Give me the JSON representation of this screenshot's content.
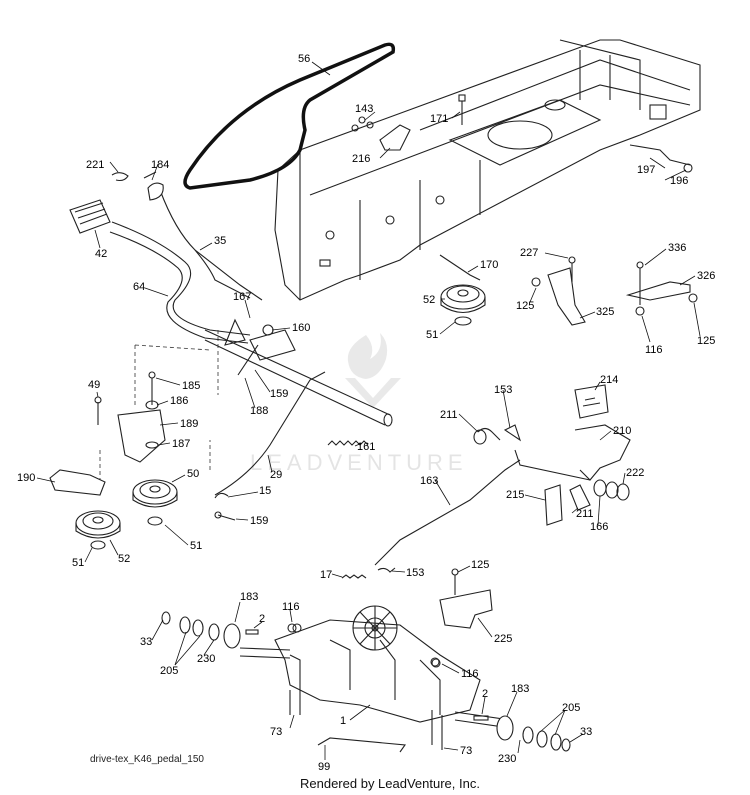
{
  "diagram": {
    "drawing_code": "drive-tex_K46_pedal_150",
    "footer": "Rendered by LeadVenture, Inc.",
    "watermark": "LEADVENTURE",
    "callouts": [
      {
        "id": "c56",
        "label": "56"
      },
      {
        "id": "c143",
        "label": "143"
      },
      {
        "id": "c171",
        "label": "171"
      },
      {
        "id": "c216",
        "label": "216"
      },
      {
        "id": "c197",
        "label": "197"
      },
      {
        "id": "c196",
        "label": "196"
      },
      {
        "id": "c221",
        "label": "221"
      },
      {
        "id": "c184",
        "label": "184"
      },
      {
        "id": "c42",
        "label": "42"
      },
      {
        "id": "c35",
        "label": "35"
      },
      {
        "id": "c64",
        "label": "64"
      },
      {
        "id": "c167",
        "label": "167"
      },
      {
        "id": "c160",
        "label": "160"
      },
      {
        "id": "c170",
        "label": "170"
      },
      {
        "id": "c227",
        "label": "227"
      },
      {
        "id": "c336",
        "label": "336"
      },
      {
        "id": "c326",
        "label": "326"
      },
      {
        "id": "c52a",
        "label": "52"
      },
      {
        "id": "c51a",
        "label": "51"
      },
      {
        "id": "c125a",
        "label": "125"
      },
      {
        "id": "c325",
        "label": "325"
      },
      {
        "id": "c116a",
        "label": "116"
      },
      {
        "id": "c125b",
        "label": "125"
      },
      {
        "id": "c49",
        "label": "49"
      },
      {
        "id": "c185",
        "label": "185"
      },
      {
        "id": "c186",
        "label": "186"
      },
      {
        "id": "c189",
        "label": "189"
      },
      {
        "id": "c187",
        "label": "187"
      },
      {
        "id": "c159a",
        "label": "159"
      },
      {
        "id": "c188",
        "label": "188"
      },
      {
        "id": "c153a",
        "label": "153"
      },
      {
        "id": "c214",
        "label": "214"
      },
      {
        "id": "c211a",
        "label": "211"
      },
      {
        "id": "c210",
        "label": "210"
      },
      {
        "id": "c161",
        "label": "161"
      },
      {
        "id": "c29",
        "label": "29"
      },
      {
        "id": "c190",
        "label": "190"
      },
      {
        "id": "c50",
        "label": "50"
      },
      {
        "id": "c15",
        "label": "15"
      },
      {
        "id": "c159b",
        "label": "159"
      },
      {
        "id": "c163",
        "label": "163"
      },
      {
        "id": "c222",
        "label": "222"
      },
      {
        "id": "c215",
        "label": "215"
      },
      {
        "id": "c211b",
        "label": "211"
      },
      {
        "id": "c166",
        "label": "166"
      },
      {
        "id": "c51b",
        "label": "51"
      },
      {
        "id": "c52b",
        "label": "52"
      },
      {
        "id": "c51c",
        "label": "51"
      },
      {
        "id": "c17",
        "label": "17"
      },
      {
        "id": "c153b",
        "label": "153"
      },
      {
        "id": "c125c",
        "label": "125"
      },
      {
        "id": "c225",
        "label": "225"
      },
      {
        "id": "c183a",
        "label": "183"
      },
      {
        "id": "c2a",
        "label": "2"
      },
      {
        "id": "c116b",
        "label": "116"
      },
      {
        "id": "c33a",
        "label": "33"
      },
      {
        "id": "c205a",
        "label": "205"
      },
      {
        "id": "c230a",
        "label": "230"
      },
      {
        "id": "c116c",
        "label": "116"
      },
      {
        "id": "c2b",
        "label": "2"
      },
      {
        "id": "c183b",
        "label": "183"
      },
      {
        "id": "c205b",
        "label": "205"
      },
      {
        "id": "c33b",
        "label": "33"
      },
      {
        "id": "c73a",
        "label": "73"
      },
      {
        "id": "c1",
        "label": "1"
      },
      {
        "id": "c230b",
        "label": "230"
      },
      {
        "id": "c73b",
        "label": "73"
      },
      {
        "id": "c99",
        "label": "99"
      }
    ]
  }
}
